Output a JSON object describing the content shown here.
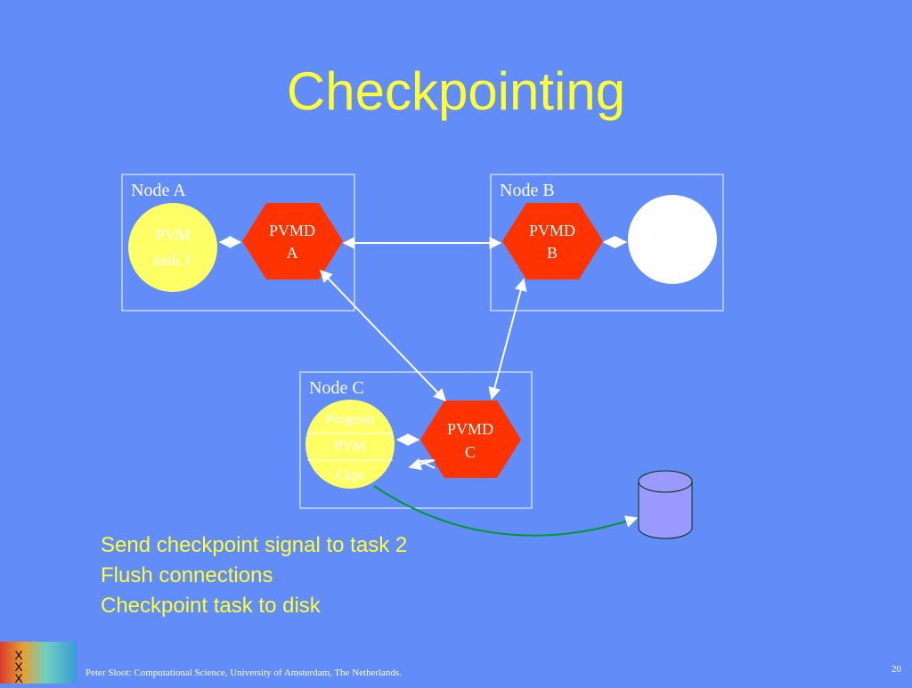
{
  "title": "Checkpointing",
  "nodes": {
    "a": {
      "label": "Node A"
    },
    "b": {
      "label": "Node B"
    },
    "c": {
      "label": "Node C"
    }
  },
  "pvm_task": {
    "line1": "PVM",
    "line2": "task 1"
  },
  "pvmd_a": {
    "line1": "PVMD",
    "line2": "A"
  },
  "pvmd_b": {
    "line1": "PVMD",
    "line2": "B"
  },
  "pvmd_c": {
    "line1": "PVMD",
    "line2": "C"
  },
  "node_c_task": {
    "program": "Program",
    "pvm": "PVM",
    "ckpt": "Ckpt"
  },
  "bullets": [
    "Send checkpoint signal to task 2",
    "Flush connections",
    "Checkpoint task to disk"
  ],
  "footer": {
    "text": "Peter Sloot: Computational Science,  University of Amsterdam, The Netherlands.",
    "page": "20"
  },
  "colors": {
    "background": "#628cf7",
    "title": "#ffff33",
    "task": "#ffff66",
    "daemon": "#ff3300",
    "disk": "#9999ff",
    "checkpoint_link": "#009933"
  }
}
